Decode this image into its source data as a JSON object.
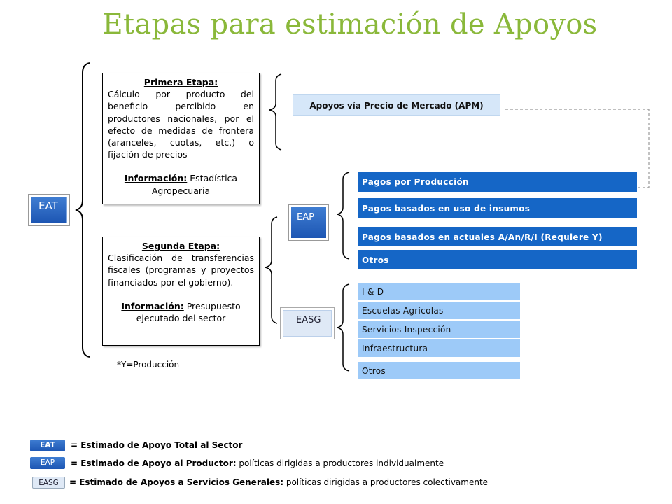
{
  "title": "Etapas para estimación de Apoyos",
  "nodes": {
    "eat": "EAT",
    "eap": "EAP",
    "easg": "EASG"
  },
  "stage1": {
    "heading": "Primera Etapa:",
    "body": "Cálculo por producto del beneficio percibido en productores nacionales, por el efecto de medidas de frontera (aranceles, cuotas, etc.) o fijación de precios",
    "info_label": "Información:",
    "info_text": " Estadística Agropecuaria"
  },
  "stage2": {
    "heading": "Segunda Etapa:",
    "body": "Clasificación de transferencias fiscales (programas y proyectos financiados por el gobierno).",
    "info_label": "Información:",
    "info_text": " Presupuesto ejecutado del sector"
  },
  "apm": "Apoyos vía Precio de Mercado (APM)",
  "eap_items": [
    "Pagos  por  Producción",
    "Pagos  basados en uso de insumos",
    "Pagos basados en actuales A/An/R/I  (Requiere Y)",
    "Otros"
  ],
  "easg_items": [
    "I & D",
    "Escuelas Agrícolas",
    "Servicios Inspección",
    "Infraestructura",
    "Otros"
  ],
  "note": "*Y=Producción",
  "legend": [
    {
      "badge": "EAT",
      "bold": "= Estimado de Apoyo Total al Sector",
      "rest": ""
    },
    {
      "badge": "EAP",
      "bold": "= Estimado de Apoyo al Productor:",
      "rest": " políticas dirigidas a productores individualmente"
    },
    {
      "badge": "EASG",
      "bold": "= Estimado de Apoyos a Servicios Generales:",
      "rest": " políticas dirigidas a productores colectivamente"
    }
  ],
  "colors": {
    "title": "#8ab83a",
    "dark_bar": "#1566c6",
    "light_bar": "#9dcaf8",
    "apm_bar": "#d6e7f9"
  }
}
